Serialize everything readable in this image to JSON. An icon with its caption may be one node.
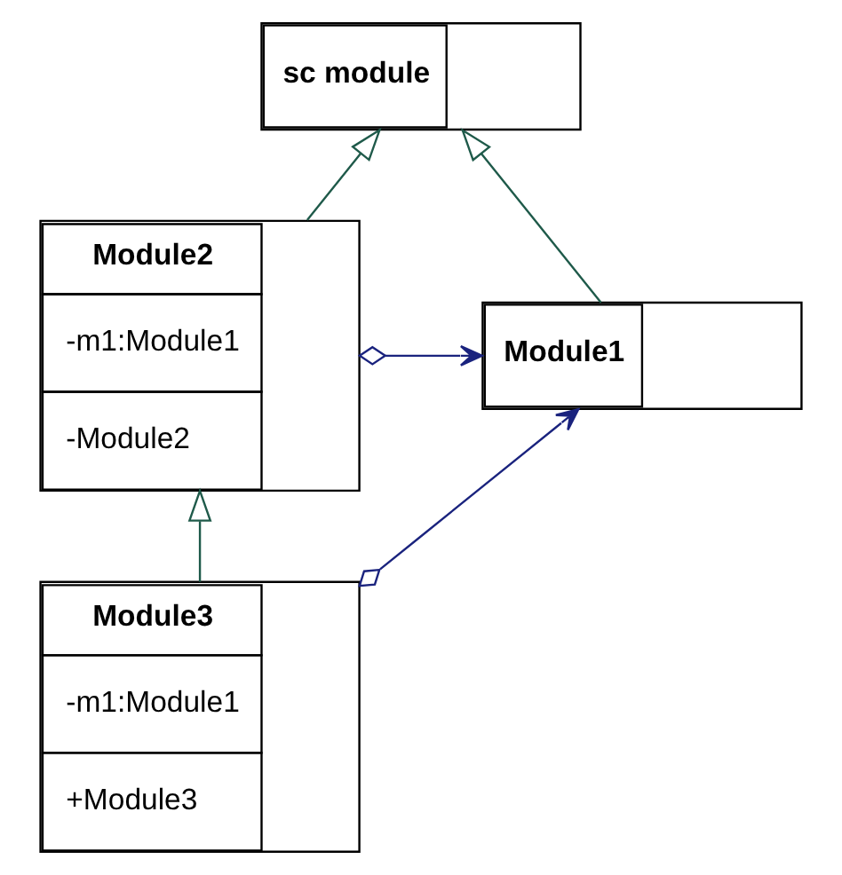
{
  "diagram": {
    "nodes": [
      {
        "text": [
          "sc module"
        ]
      },
      {
        "text": [
          "Module2",
          "-m1:Module1",
          "-Module2"
        ]
      },
      {
        "text": [
          "Module1"
        ]
      },
      {
        "text": [
          "Module3",
          "-m1:Module1",
          "+Module3"
        ]
      }
    ],
    "edges": [
      {
        "from": 1,
        "to": 0,
        "arrow": "to"
      },
      {
        "from": 2,
        "to": 0,
        "arrow": "to"
      },
      {
        "from": 3,
        "to": 1,
        "arrow": "to"
      },
      {
        "from": 1,
        "to": 2,
        "arrow": "to",
        "color": "#1a237e"
      },
      {
        "from": 3,
        "to": 2,
        "arrow": "to",
        "color": "#1a237e"
      }
    ]
  }
}
